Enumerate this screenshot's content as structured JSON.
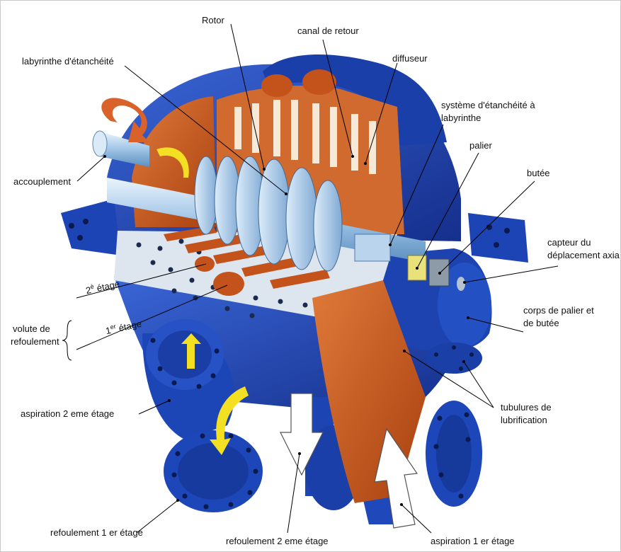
{
  "labels": {
    "rotor": "Rotor",
    "canal_de_retour": "canal de retour",
    "labyrinthe_etancheite": "labyrinthe d'étanchéité",
    "diffuseur": "diffuseur",
    "systeme_etancheite_line1": "système d'étanchéité à",
    "systeme_etancheite_line2": "labyrinthe",
    "palier": "palier",
    "butee": "butée",
    "accouplement": "accouplement",
    "capteur_line1": "capteur du",
    "capteur_line2": "déplacement axia",
    "etage2_num": "2",
    "etage2_sup": "è",
    "etage2_word": " étage",
    "etage1_num": "1",
    "etage1_sup": "er",
    "etage1_word": " étage",
    "volute_line1": "volute de",
    "volute_line2": "refoulement",
    "corps_line1": "corps de palier et",
    "corps_line2": "de butée",
    "tubulures_line1": "tubulures de",
    "tubulures_line2": "lubrification",
    "aspiration_2": "aspiration 2 eme étage",
    "refoulement_1": "refoulement 1 er étage",
    "refoulement_2": "refoulement 2 eme étage",
    "aspiration_1": "aspiration 1 er étage"
  },
  "colors": {
    "casing_blue": "#1f47b8",
    "casing_dark": "#0f2a7a",
    "interior_orange": "#c8521c",
    "metal_light": "#cfe3f5",
    "arrow_yellow": "#f3e022",
    "arrow_white": "#ffffff"
  }
}
